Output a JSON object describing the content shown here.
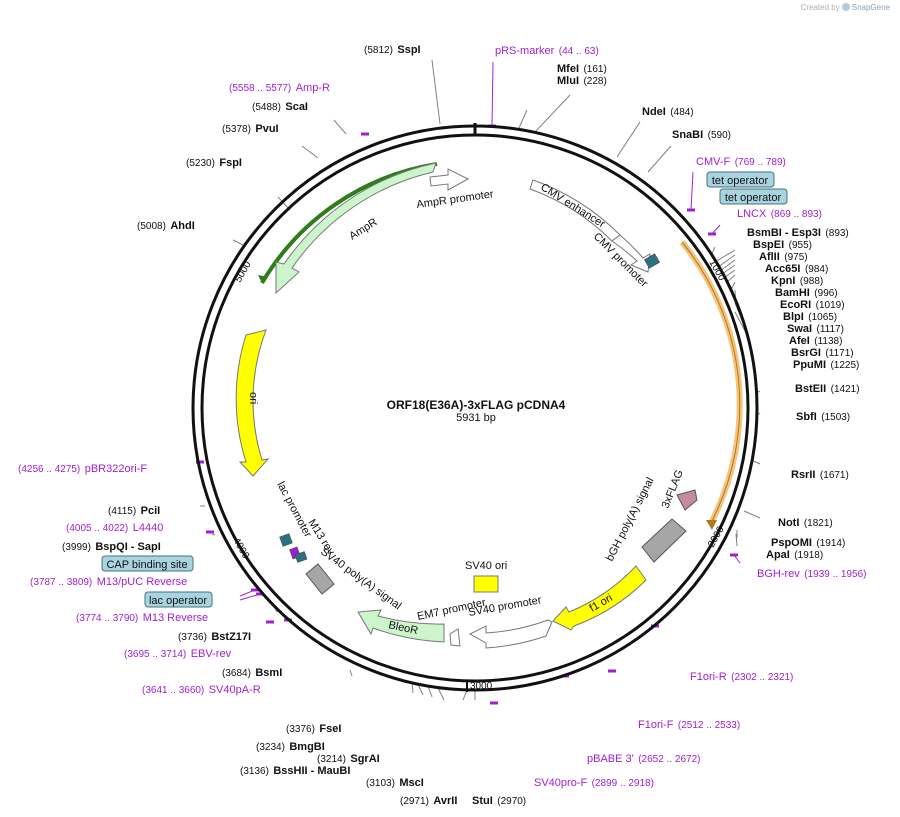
{
  "header": {
    "credit": "Created by",
    "brand": "SnapGene"
  },
  "map": {
    "title": "ORF18(E36A)-3xFLAG pCDNA4",
    "length": "5931 bp",
    "ticks": [
      "1000",
      "2000",
      "3000",
      "4000",
      "5000"
    ]
  },
  "sites": [
    {
      "name": "SspI",
      "pos": "5812"
    },
    {
      "name": "MfeI",
      "pos": "161"
    },
    {
      "name": "MluI",
      "pos": "228"
    },
    {
      "name": "NdeI",
      "pos": "484"
    },
    {
      "name": "SnaBI",
      "pos": "590"
    },
    {
      "name": "BsmBI - Esp3I",
      "pos": "893"
    },
    {
      "name": "BspEI",
      "pos": "955"
    },
    {
      "name": "AflII",
      "pos": "975"
    },
    {
      "name": "Acc65I",
      "pos": "984"
    },
    {
      "name": "KpnI",
      "pos": "988"
    },
    {
      "name": "BamHI",
      "pos": "996"
    },
    {
      "name": "EcoRI",
      "pos": "1019"
    },
    {
      "name": "BlpI",
      "pos": "1065"
    },
    {
      "name": "SwaI",
      "pos": "1117"
    },
    {
      "name": "AfeI",
      "pos": "1138"
    },
    {
      "name": "BsrGI",
      "pos": "1171"
    },
    {
      "name": "PpuMI",
      "pos": "1225"
    },
    {
      "name": "BstEII",
      "pos": "1421"
    },
    {
      "name": "SbfI",
      "pos": "1503"
    },
    {
      "name": "RsrII",
      "pos": "1671"
    },
    {
      "name": "NotI",
      "pos": "1821"
    },
    {
      "name": "PspOMI",
      "pos": "1914"
    },
    {
      "name": "ApaI",
      "pos": "1918"
    },
    {
      "name": "StuI",
      "pos": "2970"
    },
    {
      "name": "AvrII",
      "pos": "2971"
    },
    {
      "name": "MscI",
      "pos": "3103"
    },
    {
      "name": "BssHII - MauBI",
      "pos": "3136"
    },
    {
      "name": "SgrAI",
      "pos": "3214"
    },
    {
      "name": "BmgBI",
      "pos": "3234"
    },
    {
      "name": "FseI",
      "pos": "3376"
    },
    {
      "name": "BsmI",
      "pos": "3684"
    },
    {
      "name": "BstZ17I",
      "pos": "3736"
    },
    {
      "name": "BspQI - SapI",
      "pos": "3999"
    },
    {
      "name": "PciI",
      "pos": "4115"
    },
    {
      "name": "AhdI",
      "pos": "5008"
    },
    {
      "name": "FspI",
      "pos": "5230"
    },
    {
      "name": "PvuI",
      "pos": "5378"
    },
    {
      "name": "ScaI",
      "pos": "5488"
    }
  ],
  "primers": [
    {
      "name": "pRS-marker",
      "pos": "44 .. 63"
    },
    {
      "name": "Amp-R",
      "pos": "5558 .. 5577"
    },
    {
      "name": "CMV-F",
      "pos": "769 .. 789"
    },
    {
      "name": "LNCX",
      "pos": "869 .. 893"
    },
    {
      "name": "BGH-rev",
      "pos": "1939 .. 1956"
    },
    {
      "name": "F1ori-R",
      "pos": "2302 .. 2321"
    },
    {
      "name": "F1ori-F",
      "pos": "2512 .. 2533"
    },
    {
      "name": "pBABE 3'",
      "pos": "2652 .. 2672"
    },
    {
      "name": "SV40pro-F",
      "pos": "2899 .. 2918"
    },
    {
      "name": "pBR322ori-F",
      "pos": "4256 .. 4275"
    },
    {
      "name": "L4440",
      "pos": "4005 .. 4022"
    },
    {
      "name": "M13/pUC Reverse",
      "pos": "3787 .. 3809"
    },
    {
      "name": "M13 Reverse",
      "pos": "3774 .. 3790"
    },
    {
      "name": "EBV-rev",
      "pos": "3695 .. 3714"
    },
    {
      "name": "SV40pA-R",
      "pos": "3641 .. 3660"
    }
  ],
  "boxes": [
    "tet operator",
    "tet operator",
    "CAP binding site",
    "lac operator"
  ],
  "features": {
    "ampr_promoter": "AmpR promoter",
    "ampr": "AmpR",
    "cmv_enhancer": "CMV enhancer",
    "cmv_promoter": "CMV promoter",
    "ori": "ori",
    "lac_promoter": "lac promoter",
    "m13_rev": "M13 rev",
    "sv40_polya": "SV40 poly(A) signal",
    "em7_promoter": "EM7 promoter",
    "bleor": "BleoR",
    "sv40_ori": "SV40 ori",
    "sv40_promoter": "SV40 promoter",
    "f1_ori": "f1 ori",
    "bgh_polya": "bGH poly(A) signal",
    "flag": "3xFLAG"
  },
  "colors": {
    "backbone": "#111111",
    "primer": "#a020d0",
    "site_line": "#808080",
    "ampr_fill": "#ccf5cc",
    "ampr_outline": "#2e7d1a",
    "ori_fill": "#ffff00",
    "cds_highlight": "#f5c47a",
    "box_fill": "#a8d4e0",
    "flag_fill": "#c48aa0",
    "polya_fill": "#a6a6a6",
    "teal": "#2e7080"
  }
}
